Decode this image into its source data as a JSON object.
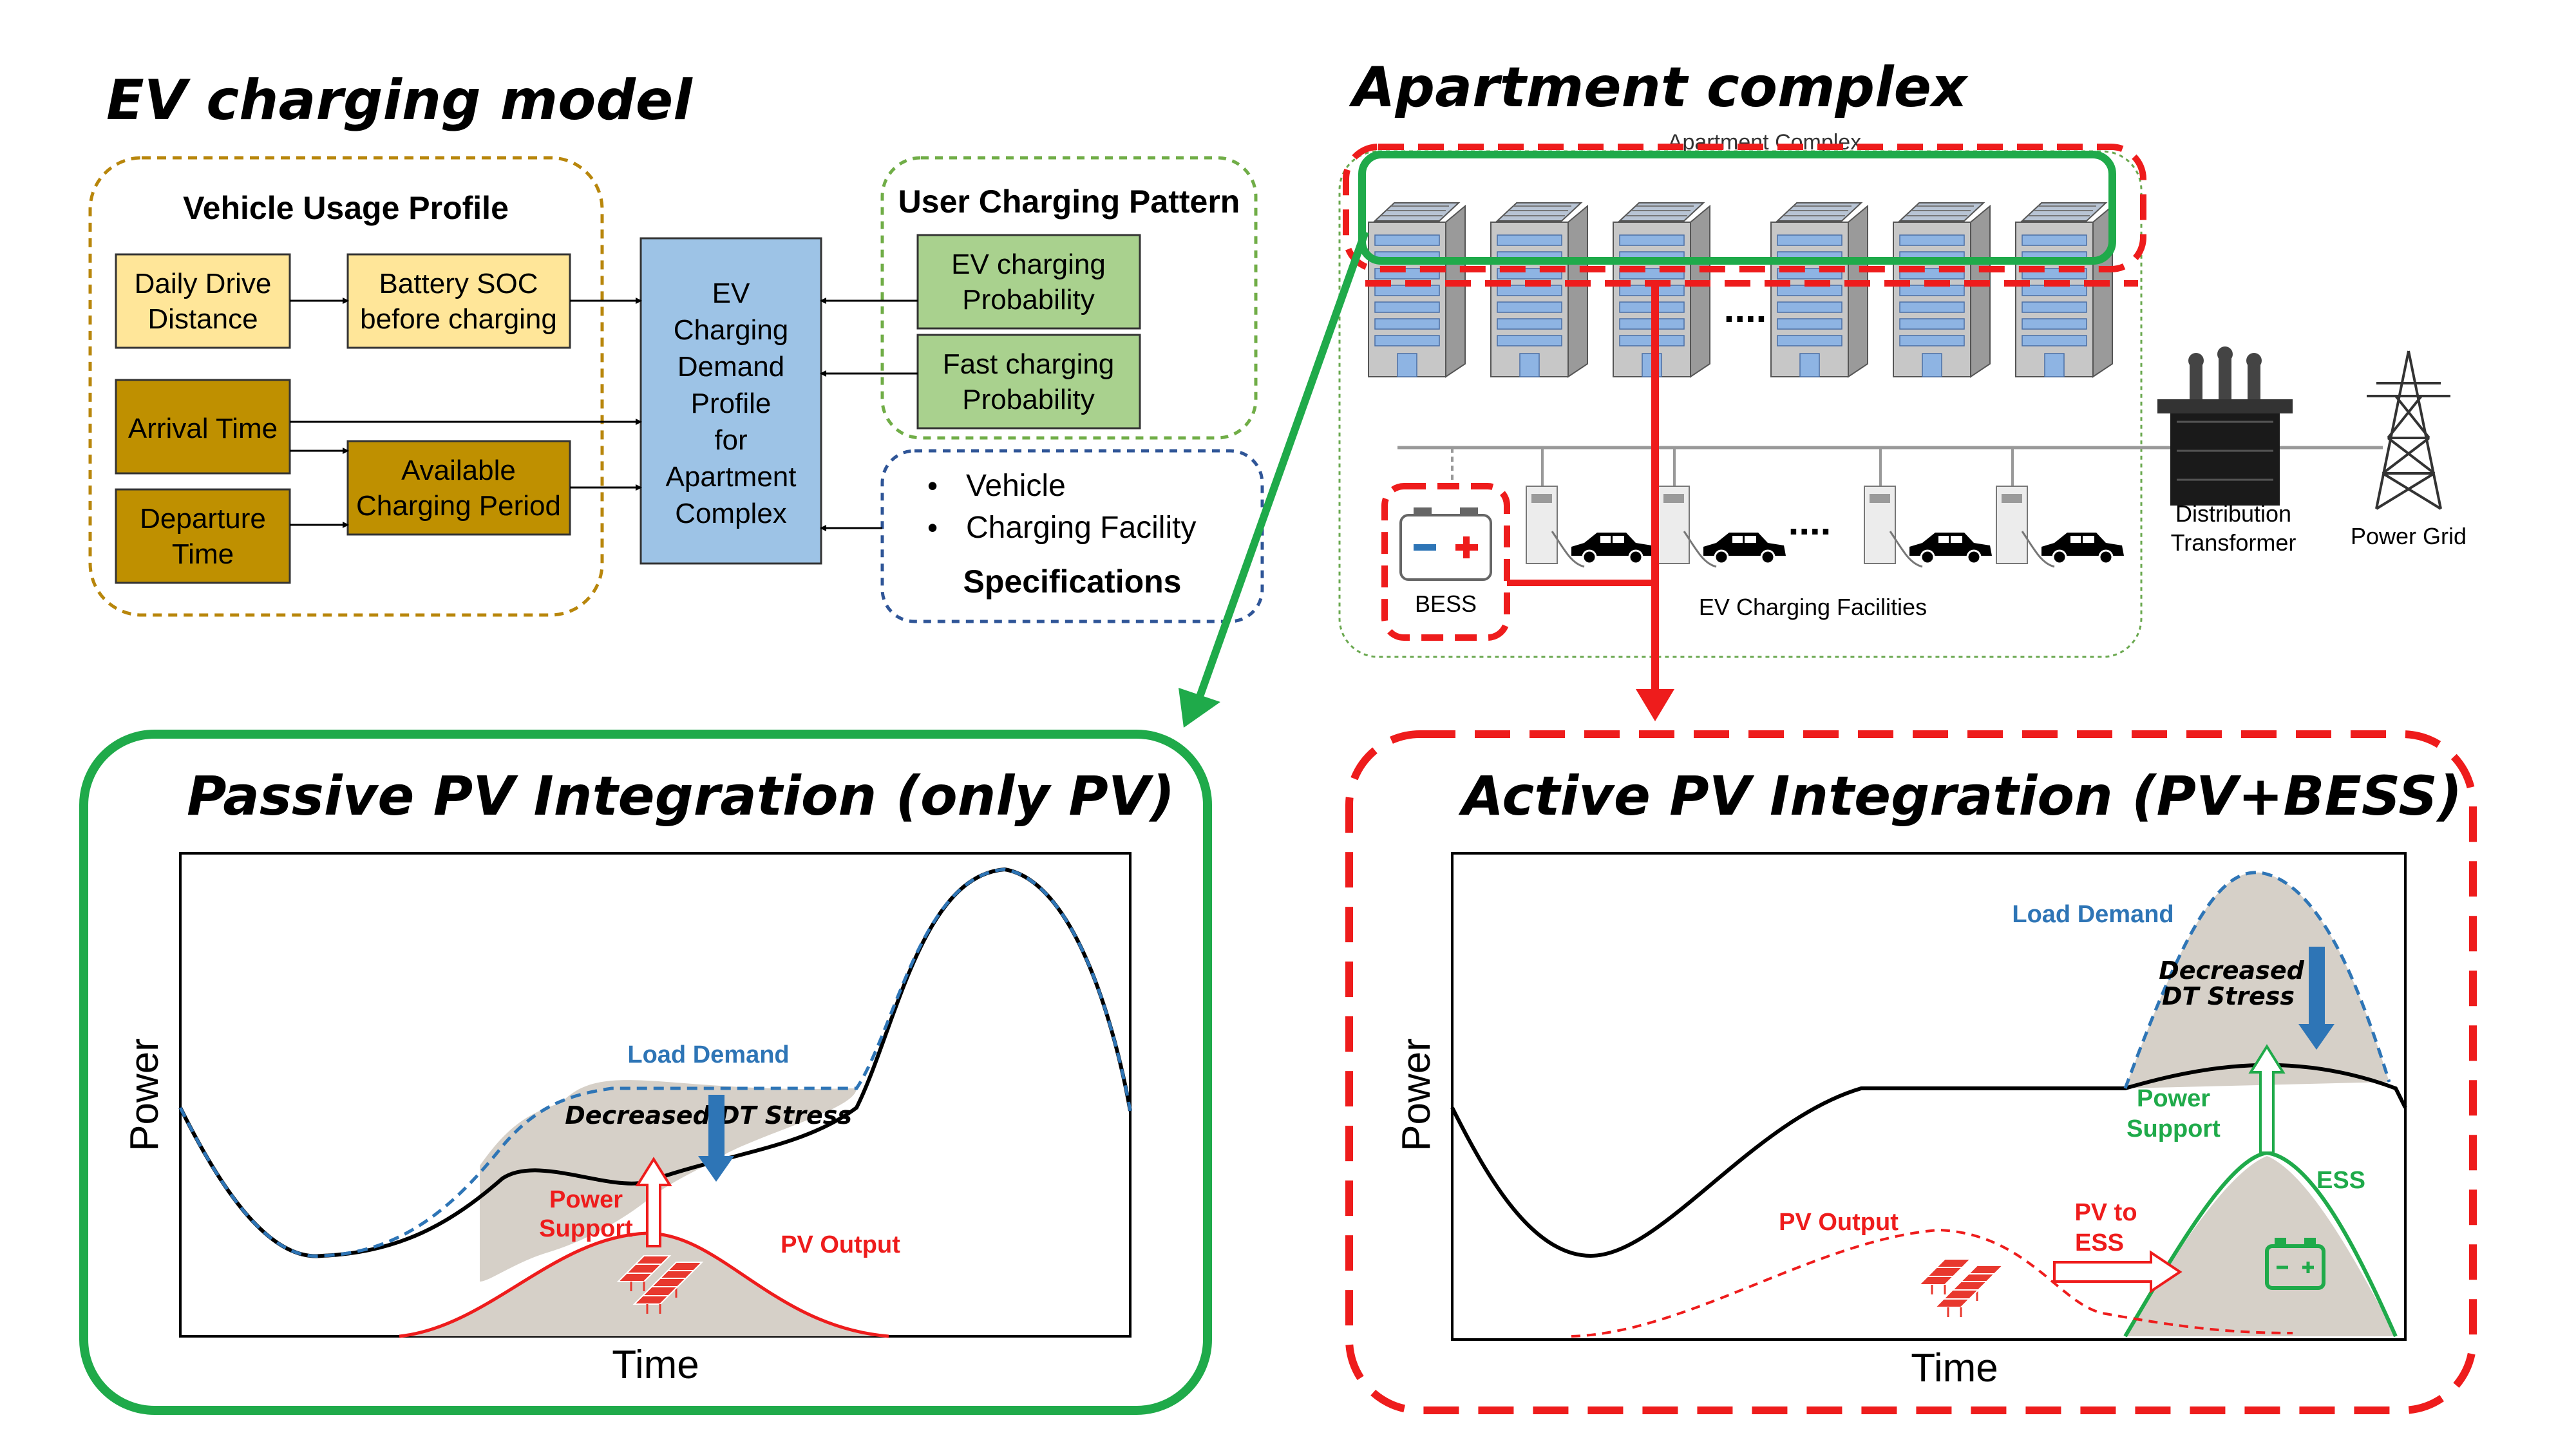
{
  "ev_model": {
    "title": "EV charging model",
    "usage_profile_title": "Vehicle Usage Profile",
    "daily_drive": [
      "Daily Drive",
      "Distance"
    ],
    "battery_soc": [
      "Battery SOC",
      "before charging"
    ],
    "arrival_time": "Arrival Time",
    "departure_time": [
      "Departure",
      "Time"
    ],
    "available_period": [
      "Available",
      "Charging Period"
    ],
    "demand_profile": [
      "EV",
      "Charging",
      "Demand",
      "Profile",
      "for",
      "Apartment",
      "Complex"
    ],
    "user_pattern_title": "User Charging Pattern",
    "ev_charging_prob": [
      "EV charging",
      "Probability"
    ],
    "fast_charging_prob": [
      "Fast charging",
      "Probability"
    ],
    "spec_items": [
      "Vehicle",
      "Charging Facility"
    ],
    "spec_title": "Specifications"
  },
  "apartment": {
    "title": "Apartment complex",
    "complex_label": "Apartment Complex",
    "ellipsis": "....",
    "bess_label": "BESS",
    "ev_facilities_label": "EV Charging Facilities",
    "transformer_label": [
      "Distribution",
      "Transformer"
    ],
    "grid_label": "Power Grid"
  },
  "passive": {
    "title": "Passive PV Integration (only PV)",
    "y_axis": "Power",
    "x_axis": "Time",
    "load_demand": "Load Demand",
    "decreased": "Decreased",
    "dt_stress": "DT Stress",
    "power_support": [
      "Power",
      "Support"
    ],
    "pv_output": "PV Output"
  },
  "active": {
    "title": "Active PV Integration (PV+BESS)",
    "y_axis": "Power",
    "x_axis": "Time",
    "load_demand": "Load Demand",
    "decreased": "Decreased",
    "dt_stress": "DT Stress",
    "power_support": [
      "Power",
      "Support"
    ],
    "pv_output": "PV Output",
    "pv_to_ess": [
      "PV to",
      "ESS"
    ],
    "ess": "ESS"
  },
  "colors": {
    "red": "#ee1c1c",
    "green": "#1faa4a",
    "blue": "#2e75b6",
    "usage_border": "#b8860b",
    "light_yellow": "#ffe699",
    "dark_gold": "#bf9000",
    "light_green": "#a9d18e",
    "light_blue": "#9dc3e6",
    "spec_border": "#2f5597",
    "fill_gray": "#d6d0c8"
  }
}
